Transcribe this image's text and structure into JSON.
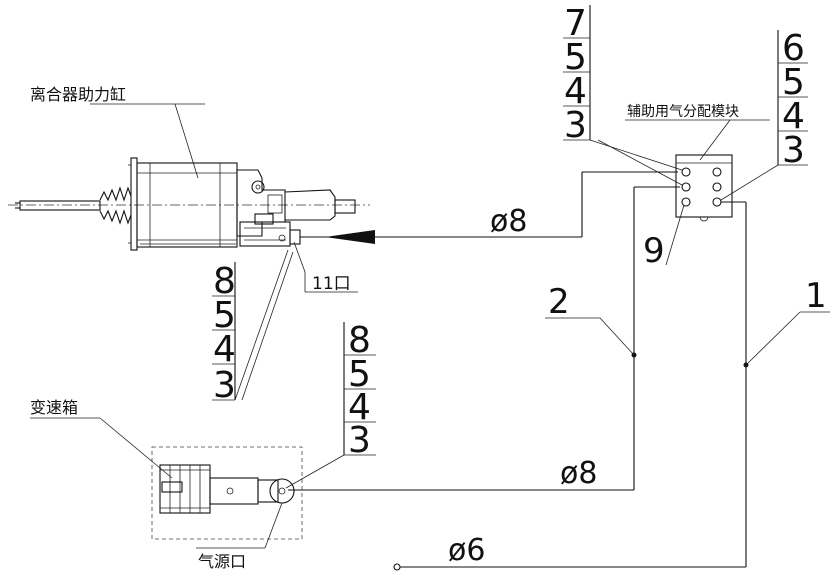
{
  "labels": {
    "booster": "离合器助力缸",
    "module": "辅助用气分配模块",
    "gearbox": "变速箱",
    "air_source": "气源口",
    "port11": "11口"
  },
  "dimensions": {
    "pipe_top": "ø8",
    "pipe_mid": "ø8",
    "pipe_bottom": "ø6"
  },
  "part_numbers": {
    "n1": "1",
    "n2": "2",
    "n9": "9"
  },
  "stacks": {
    "booster_port": [
      "8",
      "5",
      "4",
      "3"
    ],
    "air_source": [
      "8",
      "5",
      "4",
      "3"
    ],
    "module_left": [
      "7",
      "5",
      "4",
      "3"
    ],
    "module_right": [
      "6",
      "5",
      "4",
      "3"
    ]
  }
}
